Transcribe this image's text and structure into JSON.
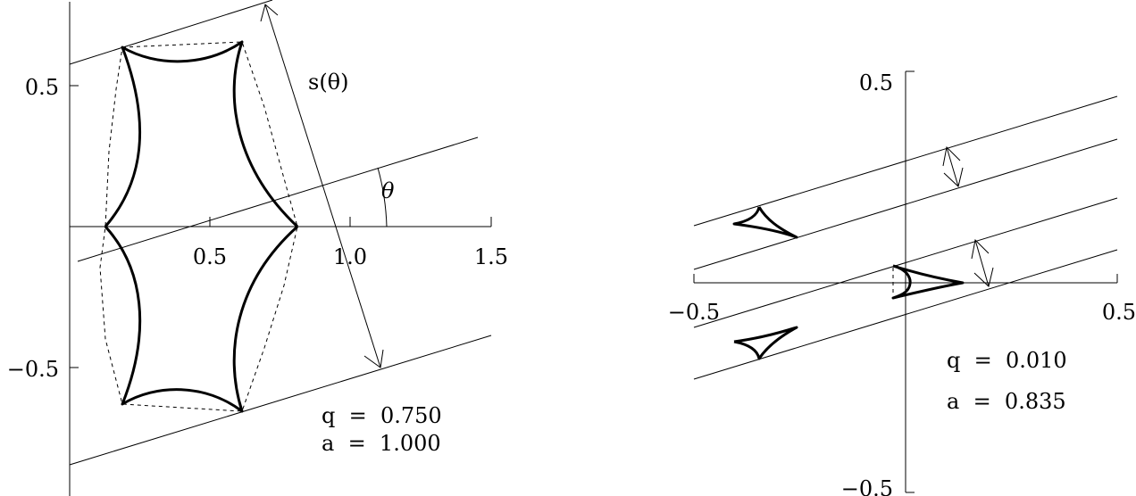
{
  "left_panel": {
    "x_ticks": [
      "0.5",
      "1.0",
      "1.5"
    ],
    "y_ticks": [
      "0.5",
      "−0.5"
    ],
    "width_label": "s(θ)",
    "angle_label": "θ",
    "params": {
      "q": "q  =  0.750",
      "a": "a  =  1.000"
    }
  },
  "right_panel": {
    "x_ticks": [
      "−0.5",
      "0.5"
    ],
    "y_ticks": [
      "0.5",
      "−0.5"
    ],
    "params": {
      "q": "q  =  0.010",
      "a": "a  =  0.835"
    }
  }
}
